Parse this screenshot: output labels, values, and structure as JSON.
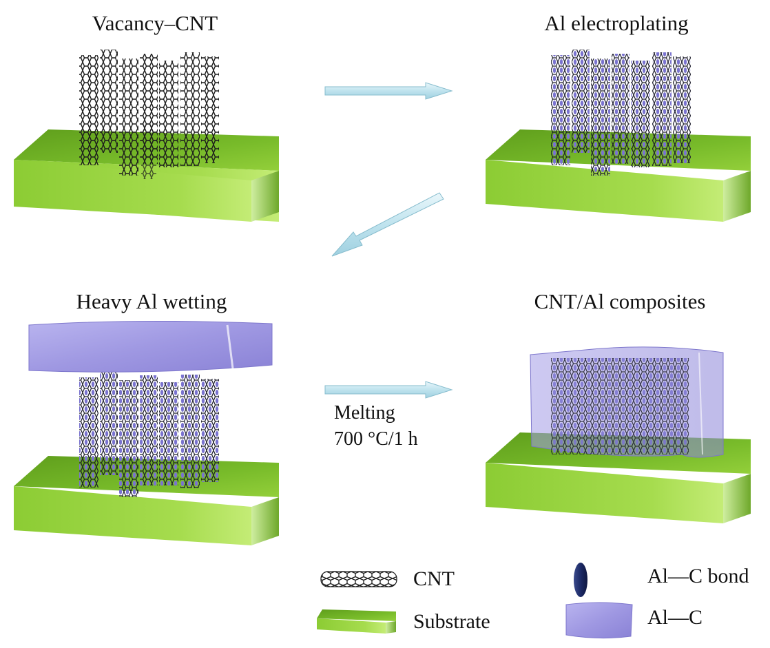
{
  "panels": {
    "vacancy": {
      "title": "Vacancy–CNT"
    },
    "electroplating": {
      "title": "Al electroplating"
    },
    "wetting": {
      "title": "Heavy Al wetting"
    },
    "composite": {
      "title": "CNT/Al composites"
    }
  },
  "process": {
    "melting_label": "Melting",
    "melting_condition": "700 °C/1 h"
  },
  "legend": {
    "cnt": "CNT",
    "substrate": "Substrate",
    "bond": "Al—C bond",
    "alc": "Al—C"
  },
  "colors": {
    "substrate": "#7cbf2a",
    "cnt": "#1a1a1a",
    "al_coating": "#8a84d8",
    "al_block": "#aaa4e8",
    "bond": "#1c2a66",
    "arrow": "#cfeaf2"
  }
}
